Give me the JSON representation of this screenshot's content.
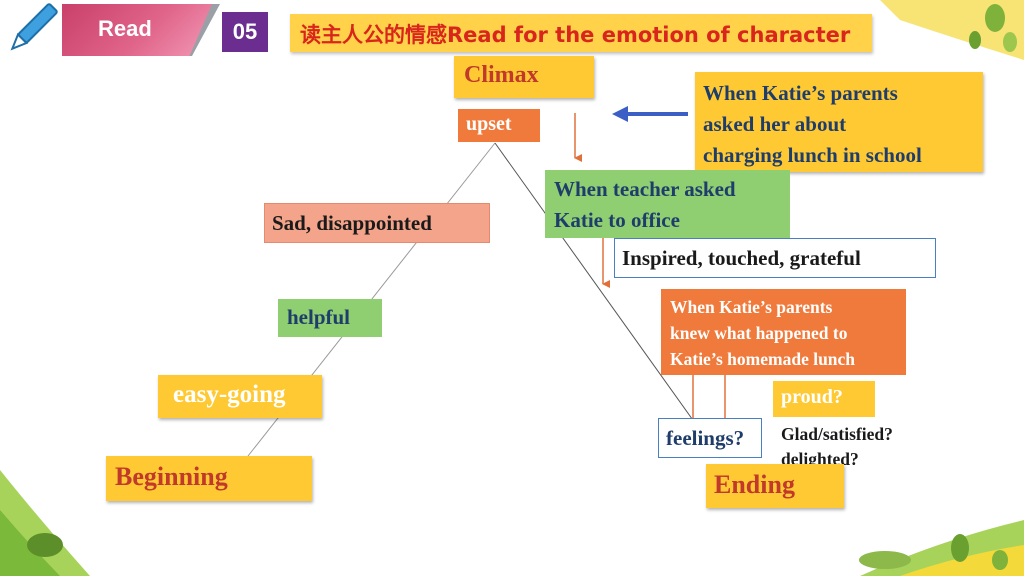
{
  "header": {
    "read_label": "Read",
    "number": "05",
    "title": "读主人公的情感Read for the emotion of character"
  },
  "diagram": {
    "climax": "Climax",
    "upset": "upset",
    "parents_asked": [
      "When Katie’s parents",
      "asked her about",
      "charging lunch in school"
    ],
    "teacher_asked": [
      "When teacher asked",
      "Katie to office"
    ],
    "sad": "Sad, disappointed",
    "inspired": "Inspired, touched, grateful",
    "helpful": "helpful",
    "parents_knew": [
      "When Katie’s parents",
      "knew what happened to",
      "Katie’s homemade lunch"
    ],
    "easy_going": "easy-going",
    "proud": "proud?",
    "glad": [
      "Glad/satisfied?",
      "delighted?"
    ],
    "feelings": "feelings?",
    "beginning": "Beginning",
    "ending": "Ending"
  },
  "colors": {
    "title_text": "#d9261c",
    "title_bg": "#ffd24a",
    "label_yellow": "#ffc933",
    "label_green": "#8fcf72",
    "label_salmon": "#f4a48a",
    "label_orange": "#f07a3c",
    "arrow_blue": "#3b5fc4",
    "arrow_orange": "#e0703a"
  }
}
